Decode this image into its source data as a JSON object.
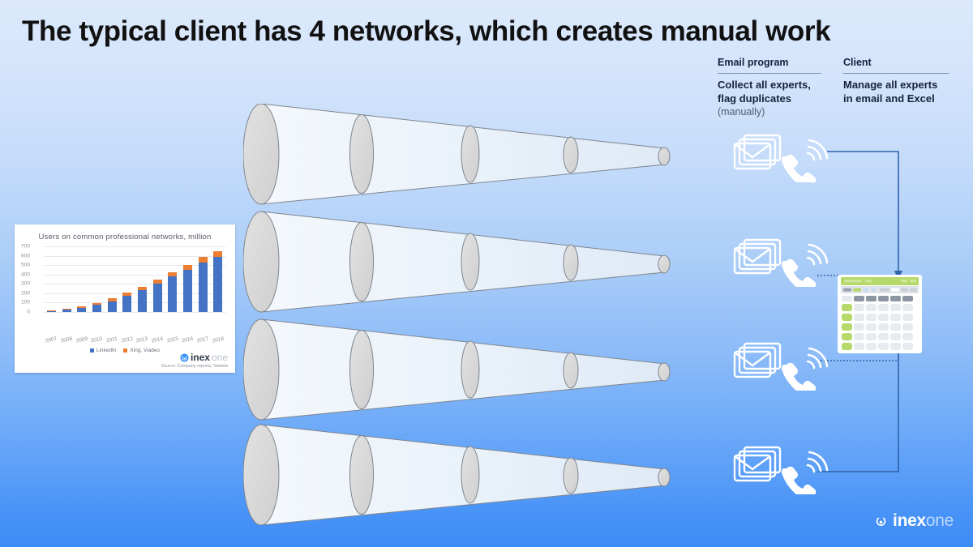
{
  "slide": {
    "title": "The typical client has 4 networks, which creates manual work",
    "background_top": "#dce9fb",
    "background_bottom": "#3d8bf6",
    "funnel_count": 4,
    "funnel_stages": 5
  },
  "brand": {
    "bold": "inex",
    "light": "one"
  },
  "columns": [
    {
      "heading": "Email program",
      "body": "Collect all experts,\nflag duplicates",
      "sub": "(manually)"
    },
    {
      "heading": "Client",
      "body": "Manage all experts\nin email and Excel",
      "sub": ""
    }
  ],
  "icons": {
    "email_stack": "envelope-stack-icon",
    "phone": "phone-ringing-icon",
    "spreadsheet": "spreadsheet-icon",
    "arrow_down": "arrow-down-icon",
    "arrow_up": "arrow-up-icon"
  },
  "chart_data": {
    "type": "bar",
    "stacked": true,
    "title": "Users on common professional networks, million",
    "source": "Source: Company reports, Statista",
    "logo_bold": "inex",
    "logo_light": "one",
    "xlabel": "",
    "ylabel": "",
    "ylim": [
      0,
      700
    ],
    "yticks": [
      700,
      600,
      500,
      400,
      300,
      200,
      100,
      0
    ],
    "grid": true,
    "legend_position": "bottom",
    "categories": [
      "2007",
      "2008",
      "2009",
      "2010",
      "2011",
      "2012",
      "2013",
      "2014",
      "2015",
      "2016",
      "2017",
      "2018"
    ],
    "series": [
      {
        "name": "LinkedIn",
        "color": "#4472c4",
        "values": [
          8,
          22,
          45,
          75,
          115,
          175,
          230,
          300,
          380,
          450,
          530,
          590
        ]
      },
      {
        "name": "Xing, Viadeo",
        "color": "#ed7d31",
        "values": [
          8,
          12,
          18,
          22,
          28,
          32,
          38,
          42,
          45,
          50,
          55,
          60
        ]
      }
    ]
  }
}
